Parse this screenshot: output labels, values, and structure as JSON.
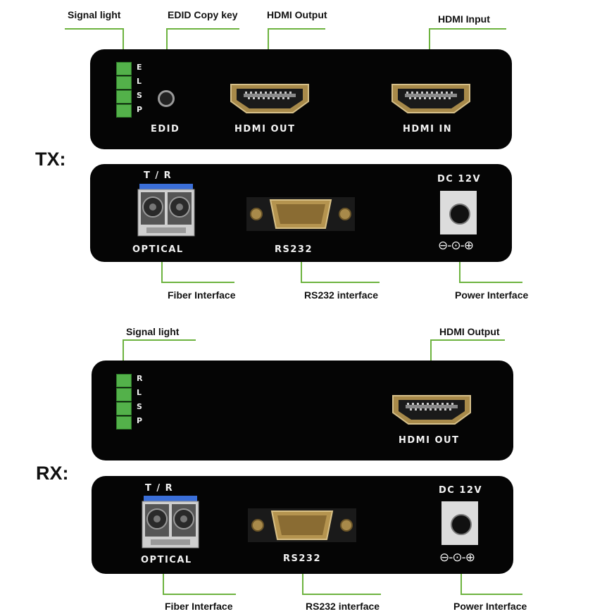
{
  "tx": {
    "side_label": "TX:",
    "callouts": {
      "signal_light": "Signal light",
      "edid_copy_key": "EDID Copy  key",
      "hdmi_output": "HDMI Output",
      "hdmi_input": "HDMI Input",
      "fiber_interface": "Fiber Interface",
      "rs232_interface": "RS232 interface",
      "power_interface": "Power Interface"
    },
    "front_panel": {
      "led_letters": [
        "E",
        "L",
        "S",
        "P"
      ],
      "edid_label": "EDID",
      "hdmi_out_label": "HDMI OUT",
      "hdmi_in_label": "HDMI IN"
    },
    "rear_panel": {
      "tr_label": "T / R",
      "optical_label": "OPTICAL",
      "rs232_label": "RS232",
      "dc_label": "DC 12V",
      "polarity": "⊖-⊙-⊕"
    }
  },
  "rx": {
    "side_label": "RX:",
    "callouts": {
      "signal_light": "Signal light",
      "hdmi_output": "HDMI Output",
      "fiber_interface": "Fiber Interface",
      "rs232_interface": "RS232 interface",
      "power_interface": "Power Interface"
    },
    "front_panel": {
      "led_letters": [
        "R",
        "L",
        "S",
        "P"
      ],
      "hdmi_out_label": "HDMI OUT"
    },
    "rear_panel": {
      "tr_label": "T / R",
      "optical_label": "OPTICAL",
      "rs232_label": "RS232",
      "dc_label": "DC 12V",
      "polarity": "⊖-⊙-⊕"
    }
  },
  "colors": {
    "panel": "#050505",
    "callout_line": "#6db33f",
    "led_green": "#53b14a",
    "label_white": "#f2f2f2"
  },
  "icons": [
    "hdmi-port-icon",
    "sfp-optical-port-icon",
    "db9-serial-port-icon",
    "dc-power-jack-icon",
    "led-indicator-icon",
    "edid-button-icon"
  ]
}
